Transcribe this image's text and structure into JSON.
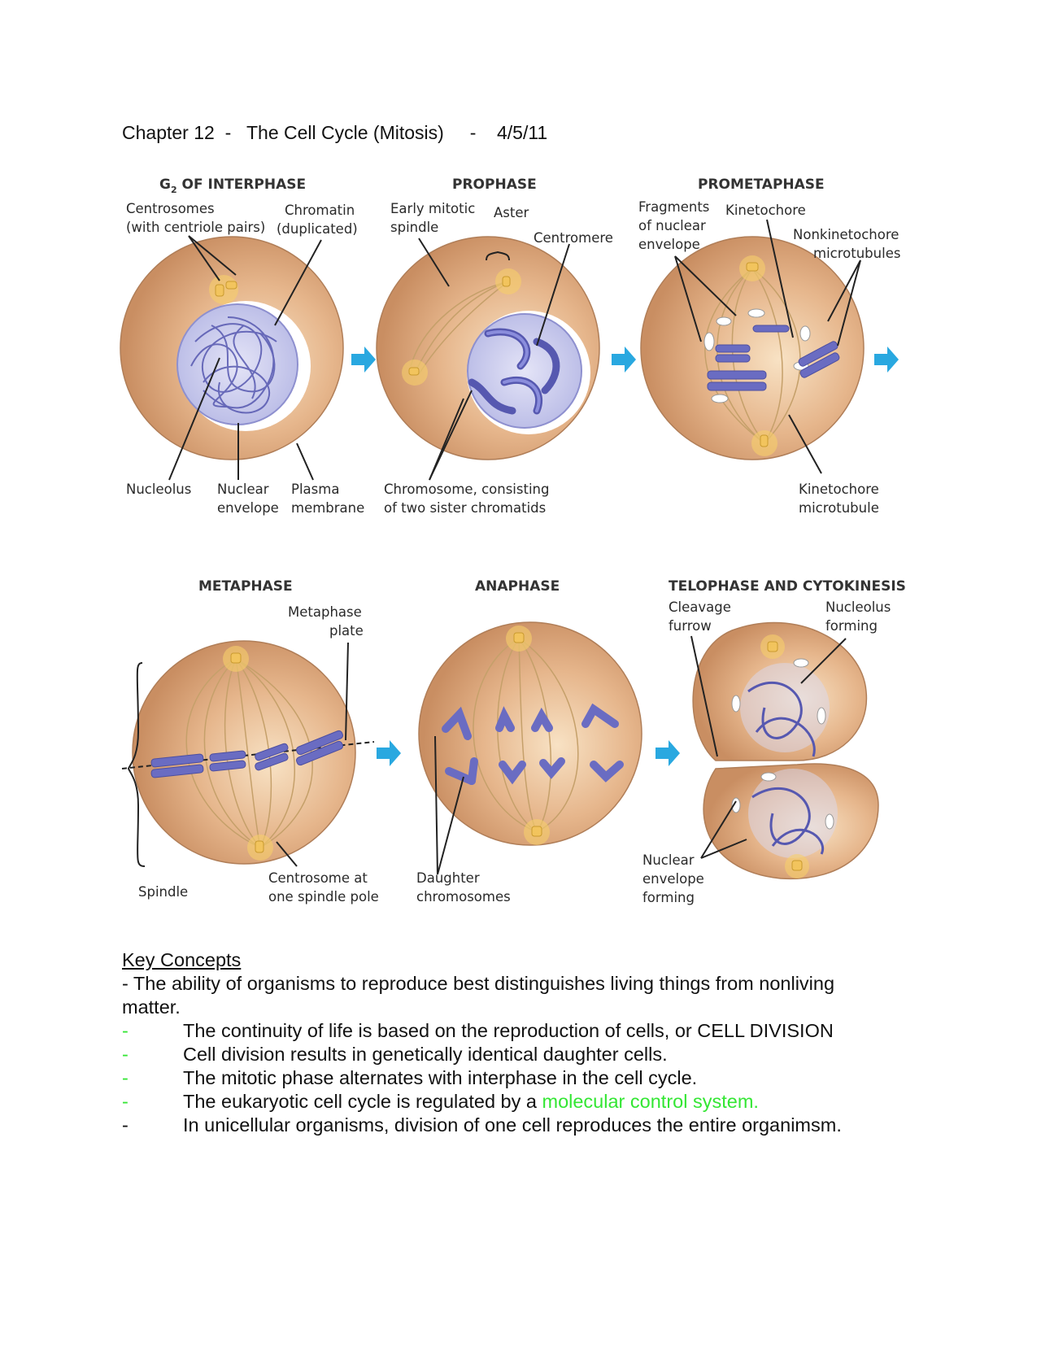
{
  "header": {
    "title": "Chapter 12  -   The Cell Cycle (Mitosis)     -    4/5/11"
  },
  "figure": {
    "phases": {
      "interphase_prefix": "G",
      "interphase_sub": "2",
      "interphase_rest": " OF INTERPHASE",
      "prophase": "PROPHASE",
      "prometaphase": "PROMETAPHASE",
      "metaphase": "METAPHASE",
      "anaphase": "ANAPHASE",
      "telophase": "TELOPHASE AND CYTOKINESIS"
    },
    "labels": {
      "centrosomes_1": "Centrosomes",
      "centrosomes_2": "(with centriole pairs)",
      "chromatin_1": "Chromatin",
      "chromatin_2": "(duplicated)",
      "nucleolus": "Nucleolus",
      "nuclear_envelope_1": "Nuclear",
      "nuclear_envelope_2": "envelope",
      "plasma_membrane_1": "Plasma",
      "plasma_membrane_2": "membrane",
      "early_spindle_1": "Early mitotic",
      "early_spindle_2": "spindle",
      "aster": "Aster",
      "centromere": "Centromere",
      "chromosome_1": "Chromosome, consisting",
      "chromosome_2": "of two sister chromatids",
      "fragments_1": "Fragments",
      "fragments_2": "of nuclear",
      "fragments_3": "envelope",
      "kinetochore": "Kinetochore",
      "nonkinetochore_1": "Nonkinetochore",
      "nonkinetochore_2": "microtubules",
      "kinetochore_mt_1": "Kinetochore",
      "kinetochore_mt_2": "microtubule",
      "metaphase_plate_1": "Metaphase",
      "metaphase_plate_2": "plate",
      "spindle": "Spindle",
      "centrosome_pole_1": "Centrosome at",
      "centrosome_pole_2": "one spindle pole",
      "daughter_1": "Daughter",
      "daughter_2": "chromosomes",
      "cleavage_1": "Cleavage",
      "cleavage_2": "furrow",
      "nucleolus_forming_1": "Nucleolus",
      "nucleolus_forming_2": "forming",
      "nuclear_forming_1": "Nuclear",
      "nuclear_forming_2": "envelope",
      "nuclear_forming_3": "forming"
    },
    "colors": {
      "cell": "#d9a27a",
      "chromosome": "#6a6cc2",
      "arrow": "#29a8e0",
      "nucleus": "#cfd0ef"
    }
  },
  "key_concepts": {
    "title": "Key Concepts",
    "intro_1": "- The ability of organisms to reproduce best distinguishes living things from nonliving",
    "intro_2": "matter.",
    "dash": "-",
    "items": [
      "The continuity of life is based on the reproduction of cells, or CELL DIVISION",
      "Cell division results in genetically identical daughter cells.",
      "The mitotic phase alternates with interphase in the cell cycle.",
      "The eukaryotic cell cycle is regulated by a ",
      "In unicellular organisms, division of one cell reproduces the entire organimsm."
    ],
    "item4_highlight": "molecular control system."
  }
}
